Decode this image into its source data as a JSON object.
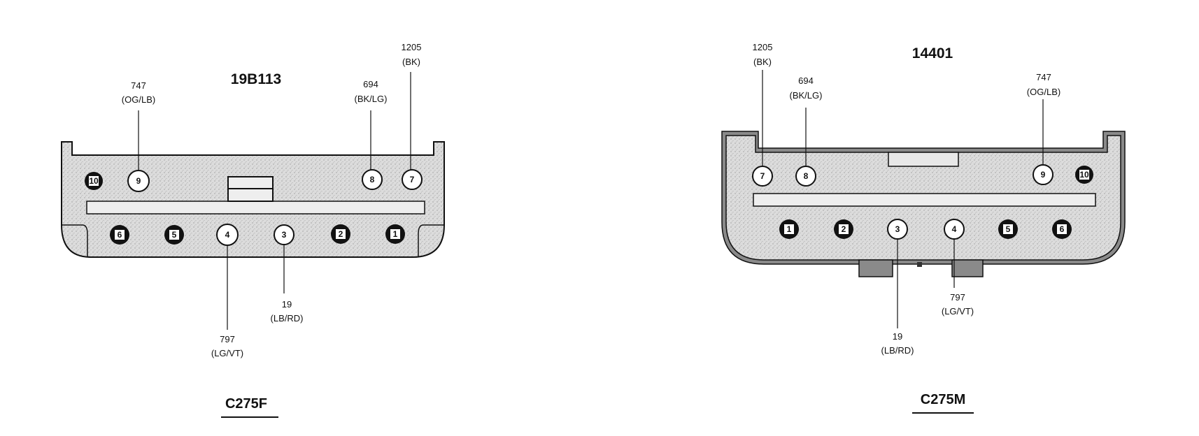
{
  "connectors": [
    {
      "part_number": "19B113",
      "name": "C275F",
      "pins": [
        {
          "number": "10",
          "filled": true,
          "shape": "square"
        },
        {
          "number": "9",
          "filled": false
        },
        {
          "number": "8",
          "filled": false
        },
        {
          "number": "7",
          "filled": false
        },
        {
          "number": "6",
          "filled": true,
          "shape": "square"
        },
        {
          "number": "5",
          "filled": true,
          "shape": "square"
        },
        {
          "number": "4",
          "filled": false
        },
        {
          "number": "3",
          "filled": false
        },
        {
          "number": "2",
          "filled": true,
          "shape": "square"
        },
        {
          "number": "1",
          "filled": true,
          "shape": "square"
        }
      ],
      "wires": [
        {
          "pin": "9",
          "circuit": "747",
          "color": "(OG/LB)"
        },
        {
          "pin": "8",
          "circuit": "694",
          "color": "(BK/LG)"
        },
        {
          "pin": "7",
          "circuit": "1205",
          "color": "(BK)"
        },
        {
          "pin": "4",
          "circuit": "797",
          "color": "(LG/VT)"
        },
        {
          "pin": "3",
          "circuit": "19",
          "color": "(LB/RD)"
        }
      ]
    },
    {
      "part_number": "14401",
      "name": "C275M",
      "pins": [
        {
          "number": "7",
          "filled": false
        },
        {
          "number": "8",
          "filled": false
        },
        {
          "number": "9",
          "filled": false
        },
        {
          "number": "10",
          "filled": true,
          "shape": "square"
        },
        {
          "number": "1",
          "filled": true,
          "shape": "square"
        },
        {
          "number": "2",
          "filled": true,
          "shape": "square"
        },
        {
          "number": "3",
          "filled": false
        },
        {
          "number": "4",
          "filled": false
        },
        {
          "number": "5",
          "filled": true,
          "shape": "square"
        },
        {
          "number": "6",
          "filled": true,
          "shape": "square"
        }
      ],
      "wires": [
        {
          "pin": "7",
          "circuit": "1205",
          "color": "(BK)"
        },
        {
          "pin": "8",
          "circuit": "694",
          "color": "(BK/LG)"
        },
        {
          "pin": "9",
          "circuit": "747",
          "color": "(OG/LB)"
        },
        {
          "pin": "4",
          "circuit": "797",
          "color": "(LG/VT)"
        },
        {
          "pin": "3",
          "circuit": "19",
          "color": "(LB/RD)"
        }
      ]
    }
  ],
  "colors": {
    "ink": "#111111",
    "body_fill": "#d9d9d9",
    "shadow": "#8a8a8a"
  }
}
